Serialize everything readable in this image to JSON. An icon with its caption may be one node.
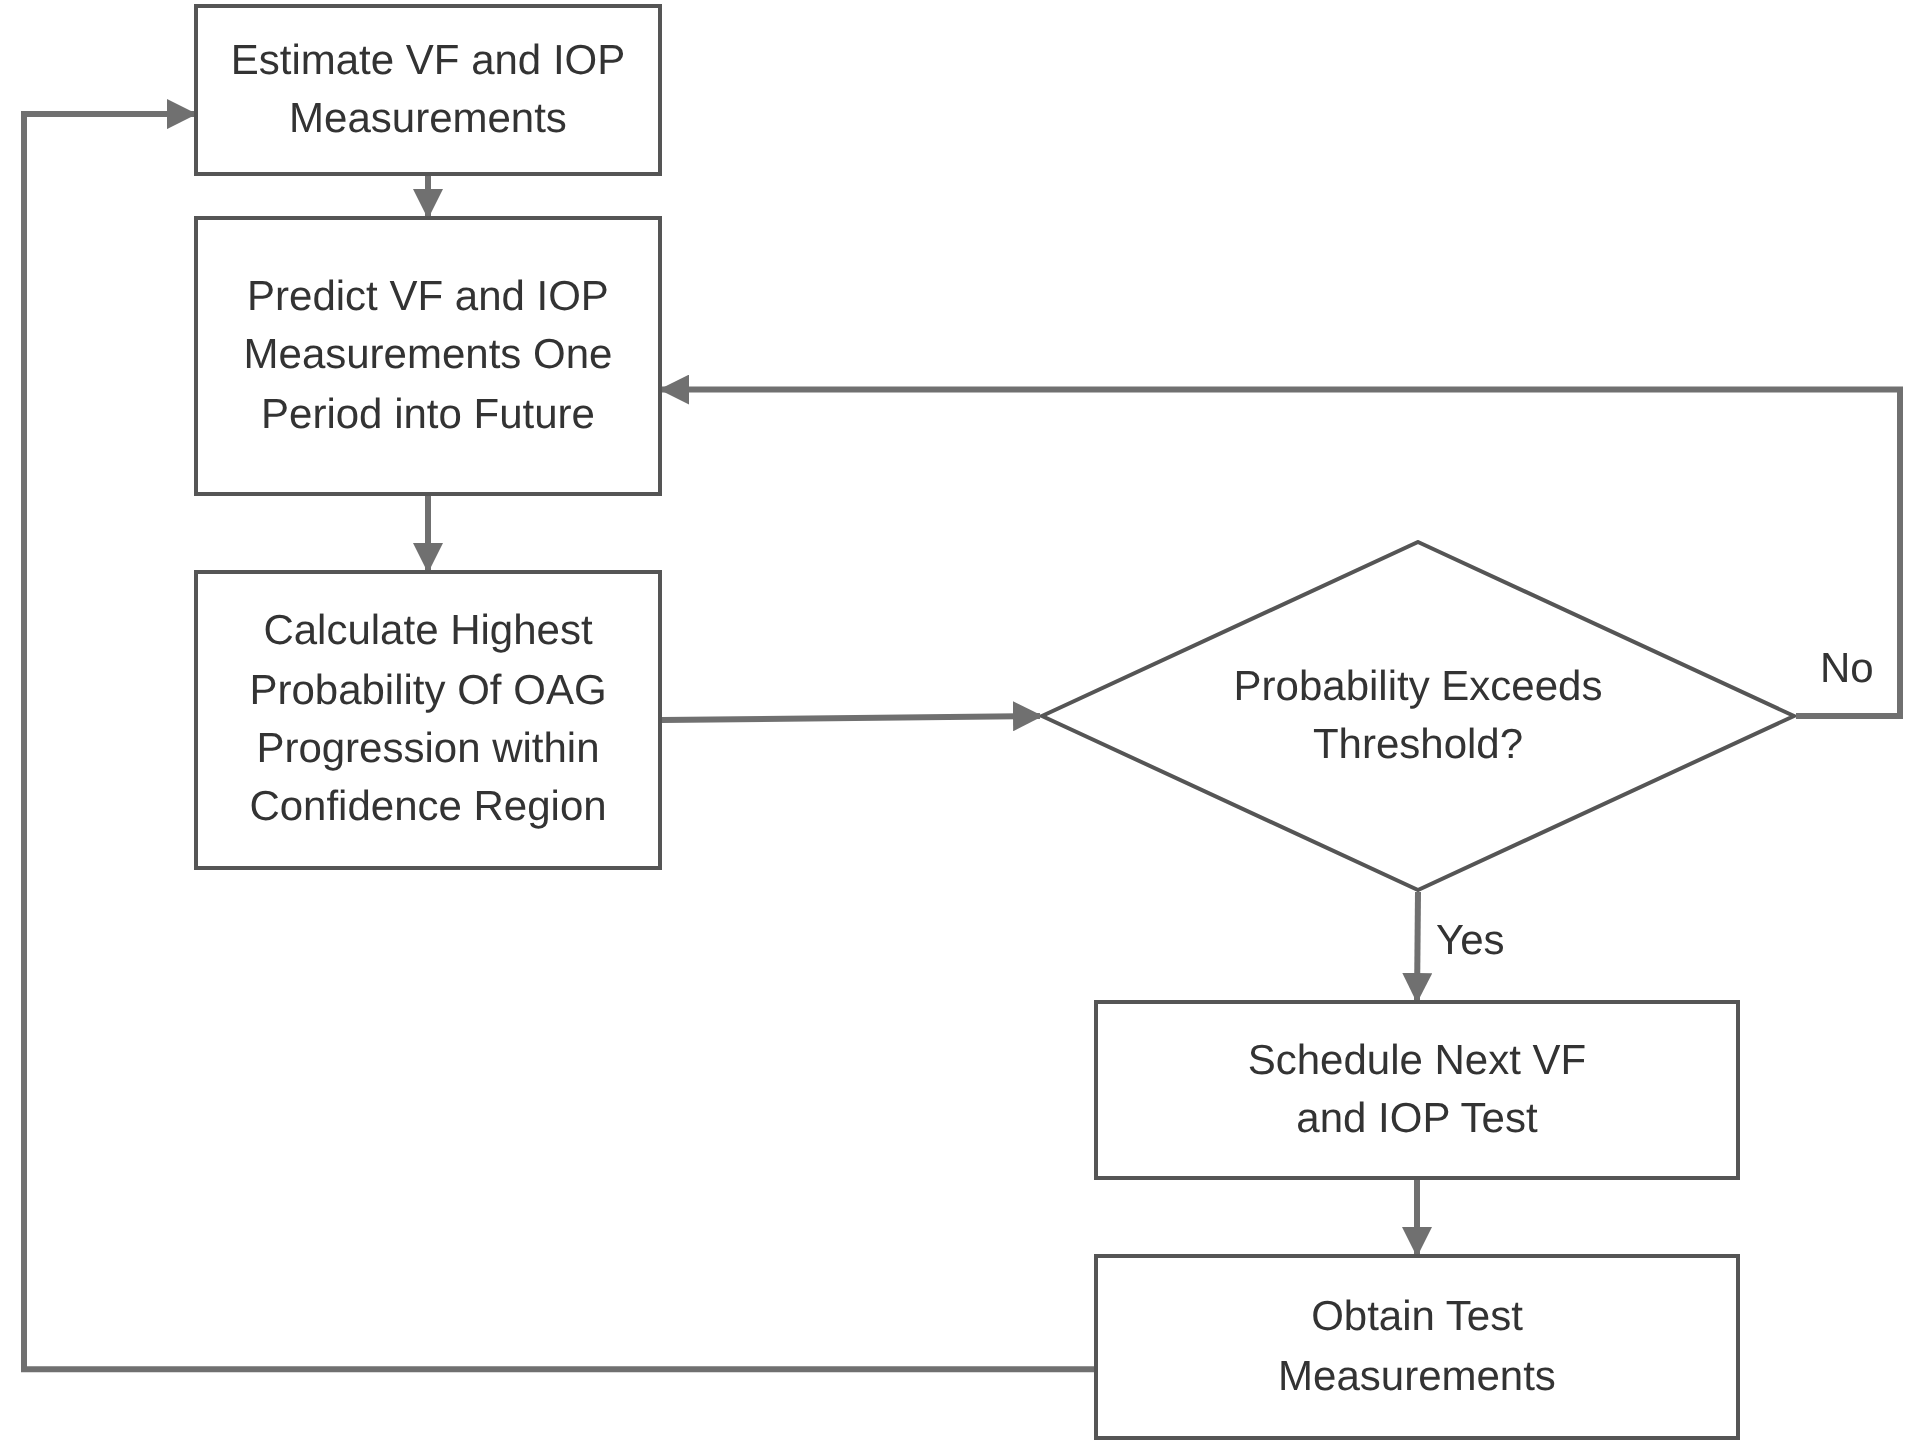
{
  "diagram": {
    "nodes": [
      {
        "text": [
          "Estimate VF and IOP Measurements"
        ]
      },
      {
        "text": [
          "Predict VF and IOP Measurements One Period into Future"
        ]
      },
      {
        "text": [
          "Calculate Highest Probability Of OAG Progression within Confidence Region"
        ]
      },
      {
        "text": [
          "Probability Exceeds Threshold?"
        ]
      },
      {
        "text": [
          "Schedule Next VF and IOP Test"
        ]
      },
      {
        "text": [
          "Obtain Test Measurements"
        ]
      }
    ],
    "edges": [
      {
        "from": 0,
        "to": 1,
        "arrow": "to"
      },
      {
        "from": 1,
        "to": 2,
        "arrow": "to"
      },
      {
        "from": 2,
        "to": 3,
        "arrow": "to"
      },
      {
        "from": 3,
        "to": 1,
        "arrow": "to",
        "label": "No"
      },
      {
        "from": 3,
        "to": 4,
        "arrow": "to",
        "label": "Yes"
      },
      {
        "from": 4,
        "to": 5,
        "arrow": "to"
      },
      {
        "from": 5,
        "to": 0,
        "arrow": "to"
      }
    ]
  }
}
